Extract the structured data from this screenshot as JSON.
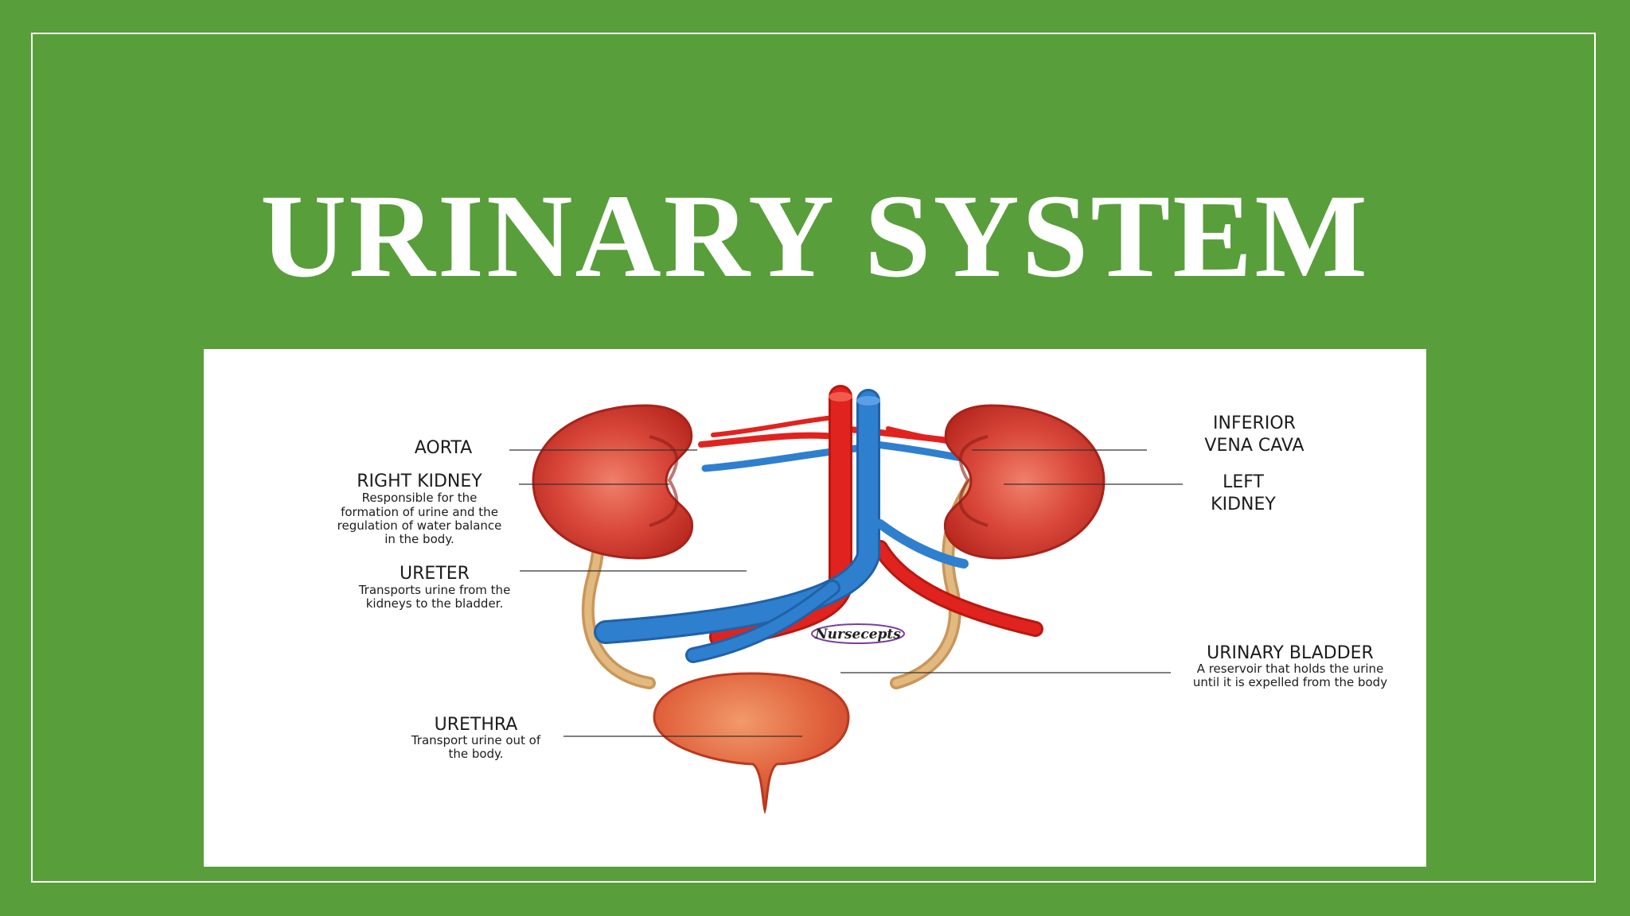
{
  "slide": {
    "title": "URINARY SYSTEM",
    "background_color": "#589e3b"
  },
  "diagram": {
    "watermark": "Nursecepts",
    "labels": {
      "aorta": {
        "title": "AORTA"
      },
      "right_kidney": {
        "title": "RIGHT KIDNEY",
        "description": [
          "Responsible for the",
          "formation of urine and the",
          "regulation of water balance",
          "in the body."
        ]
      },
      "ureter": {
        "title": "URETER",
        "description": [
          "Transports urine from the",
          "kidneys to the bladder."
        ]
      },
      "urethra": {
        "title": "URETHRA",
        "description": [
          "Transport urine out of",
          "the body."
        ]
      },
      "inferior_vena_cava": {
        "title": [
          "INFERIOR",
          "VENA CAVA"
        ]
      },
      "left_kidney": {
        "title": [
          "LEFT",
          "KIDNEY"
        ]
      },
      "urinary_bladder": {
        "title": "URINARY BLADDER",
        "description": [
          "A reservoir that holds the urine",
          "until it is expelled from the body"
        ]
      }
    },
    "colors": {
      "kidney": "#c9392e",
      "artery": "#e0231f",
      "vein": "#2f7fcf",
      "ureter": "#d6a86b",
      "bladder": "#e05b3a"
    }
  }
}
